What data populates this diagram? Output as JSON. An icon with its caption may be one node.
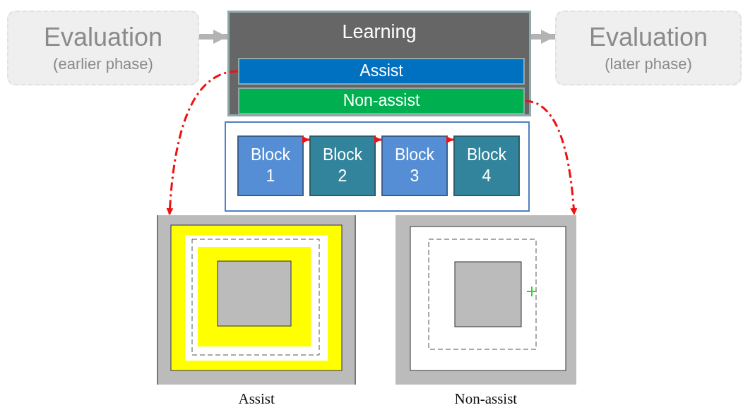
{
  "diagram": {
    "nodes": [
      {
        "text": [
          "Evaluation",
          "(earlier phase)"
        ]
      },
      {
        "text": [
          "Learning"
        ]
      },
      {
        "text": [
          "Assist"
        ],
        "in": 1
      },
      {
        "text": [
          "Non-assist"
        ],
        "in": 1
      },
      {
        "text": [],
        "shape": "box"
      },
      {
        "text": [
          "Block 1"
        ],
        "in": 4
      },
      {
        "text": [
          "Block 2"
        ],
        "in": 4
      },
      {
        "text": [
          "Block 3"
        ],
        "in": 4
      },
      {
        "text": [
          "Block 4"
        ],
        "in": 4
      },
      {
        "text": [
          "Evaluation",
          "(later phase)"
        ]
      },
      {
        "text": [],
        "shape": "picture",
        "beside": [
          "Assist"
        ]
      },
      {
        "text": [],
        "shape": "picture",
        "beside": [
          "Non-assist"
        ]
      }
    ],
    "edges": [
      {
        "from": 0,
        "to": 1,
        "arrow": "to",
        "style": "thick",
        "color": "#b3b3b3"
      },
      {
        "from": 1,
        "to": 9,
        "arrow": "to",
        "style": "thick",
        "color": "#b3b3b3"
      },
      {
        "from": 5,
        "to": 6,
        "arrow": "to"
      },
      {
        "from": 6,
        "to": 7,
        "arrow": "to"
      },
      {
        "from": 7,
        "to": 8,
        "arrow": "to"
      },
      {
        "from": 2,
        "to": 10,
        "arrow": "to",
        "style": "dashed"
      },
      {
        "from": 3,
        "to": 11,
        "arrow": "to",
        "style": "dashed"
      }
    ]
  }
}
